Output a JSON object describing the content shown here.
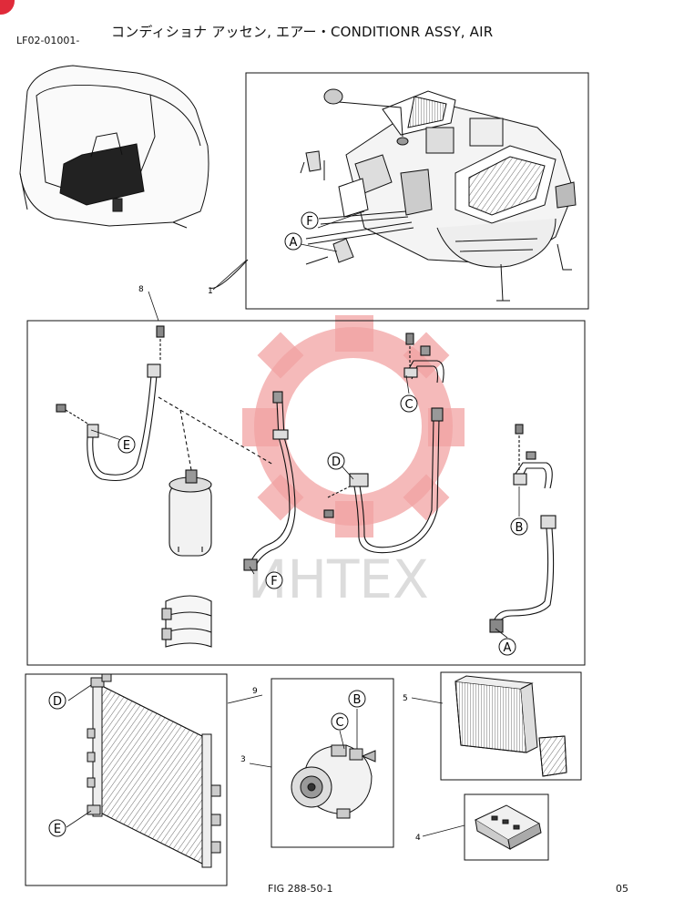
{
  "header": {
    "code": "LF02-01001-",
    "title": "コンディショナ アッセン, エアー・CONDITIONR ASSY, AIR"
  },
  "callouts": {
    "n1": "1",
    "n3": "3",
    "n4": "4",
    "n5": "5",
    "n8": "8",
    "n9": "9"
  },
  "letters": {
    "a": "A",
    "b": "B",
    "c": "C",
    "d": "D",
    "e": "E",
    "f": "F"
  },
  "watermark": "ИНТЕХ",
  "footer": {
    "figure": "FIG 288-50-1",
    "page": "05"
  },
  "colors": {
    "watermark": "#f2a3a3",
    "line": "#111111",
    "corner_badge": "#e02b3a"
  }
}
